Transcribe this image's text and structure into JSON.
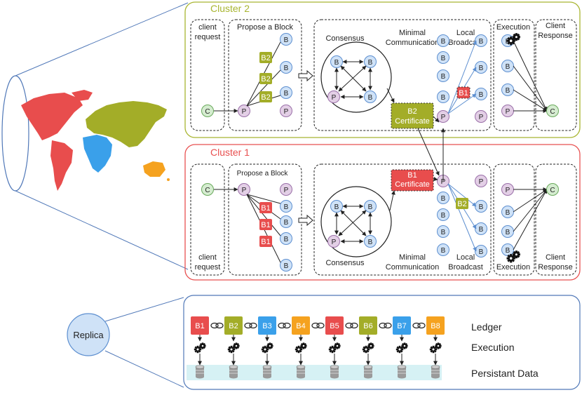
{
  "clusters": [
    {
      "title": "Cluster 2",
      "color": "#a8b530",
      "stages": {
        "client_request": [
          "client",
          "request"
        ],
        "propose": "Propose a Block",
        "consensus": "Consensus",
        "minimal": [
          "Minimal",
          "Communication"
        ],
        "local": [
          "Local",
          "Broadcast"
        ],
        "execution": "Execution",
        "response": [
          "Client",
          "Response"
        ]
      },
      "block_label": "B2",
      "certificate": [
        "B2",
        "Certificate"
      ],
      "foreign_block": "B1"
    },
    {
      "title": "Cluster 1",
      "color": "#e85050",
      "stages": {
        "client_request": [
          "client",
          "request"
        ],
        "propose": "Propose a Block",
        "consensus": "Consensus",
        "minimal": [
          "Minimal",
          "Communication"
        ],
        "local": [
          "Local",
          "Broadcast"
        ],
        "execution": "Execution",
        "response": [
          "Client",
          "Response"
        ]
      },
      "block_label": "B1",
      "certificate": [
        "B1",
        "Certificate"
      ],
      "foreign_block": "B2"
    }
  ],
  "nodes": {
    "client": "C",
    "primary": "P",
    "backup": "B"
  },
  "replica": {
    "label": "Replica",
    "ledger_label": "Ledger",
    "execution_label": "Execution",
    "data_label": "Persistant Data",
    "blocks": [
      {
        "label": "B1",
        "color": "#e84d4d"
      },
      {
        "label": "B2",
        "color": "#a3ad28"
      },
      {
        "label": "B3",
        "color": "#3aa0ea"
      },
      {
        "label": "B4",
        "color": "#f5a21f"
      },
      {
        "label": "B5",
        "color": "#e84d4d"
      },
      {
        "label": "B6",
        "color": "#a3ad28"
      },
      {
        "label": "B7",
        "color": "#3aa0ea"
      },
      {
        "label": "B8",
        "color": "#f5a21f"
      }
    ]
  },
  "colors": {
    "red": "#e84d4d",
    "olive": "#a3ad28",
    "blue": "#3aa0ea",
    "orange": "#f5a21f",
    "node_blue_fill": "#cfe2f7",
    "node_blue_stroke": "#5d8fd0",
    "node_purple_fill": "#e3cfe6",
    "node_purple_stroke": "#9a6fa8",
    "node_green_fill": "#d5ecd0",
    "node_green_stroke": "#6aaa5c"
  }
}
